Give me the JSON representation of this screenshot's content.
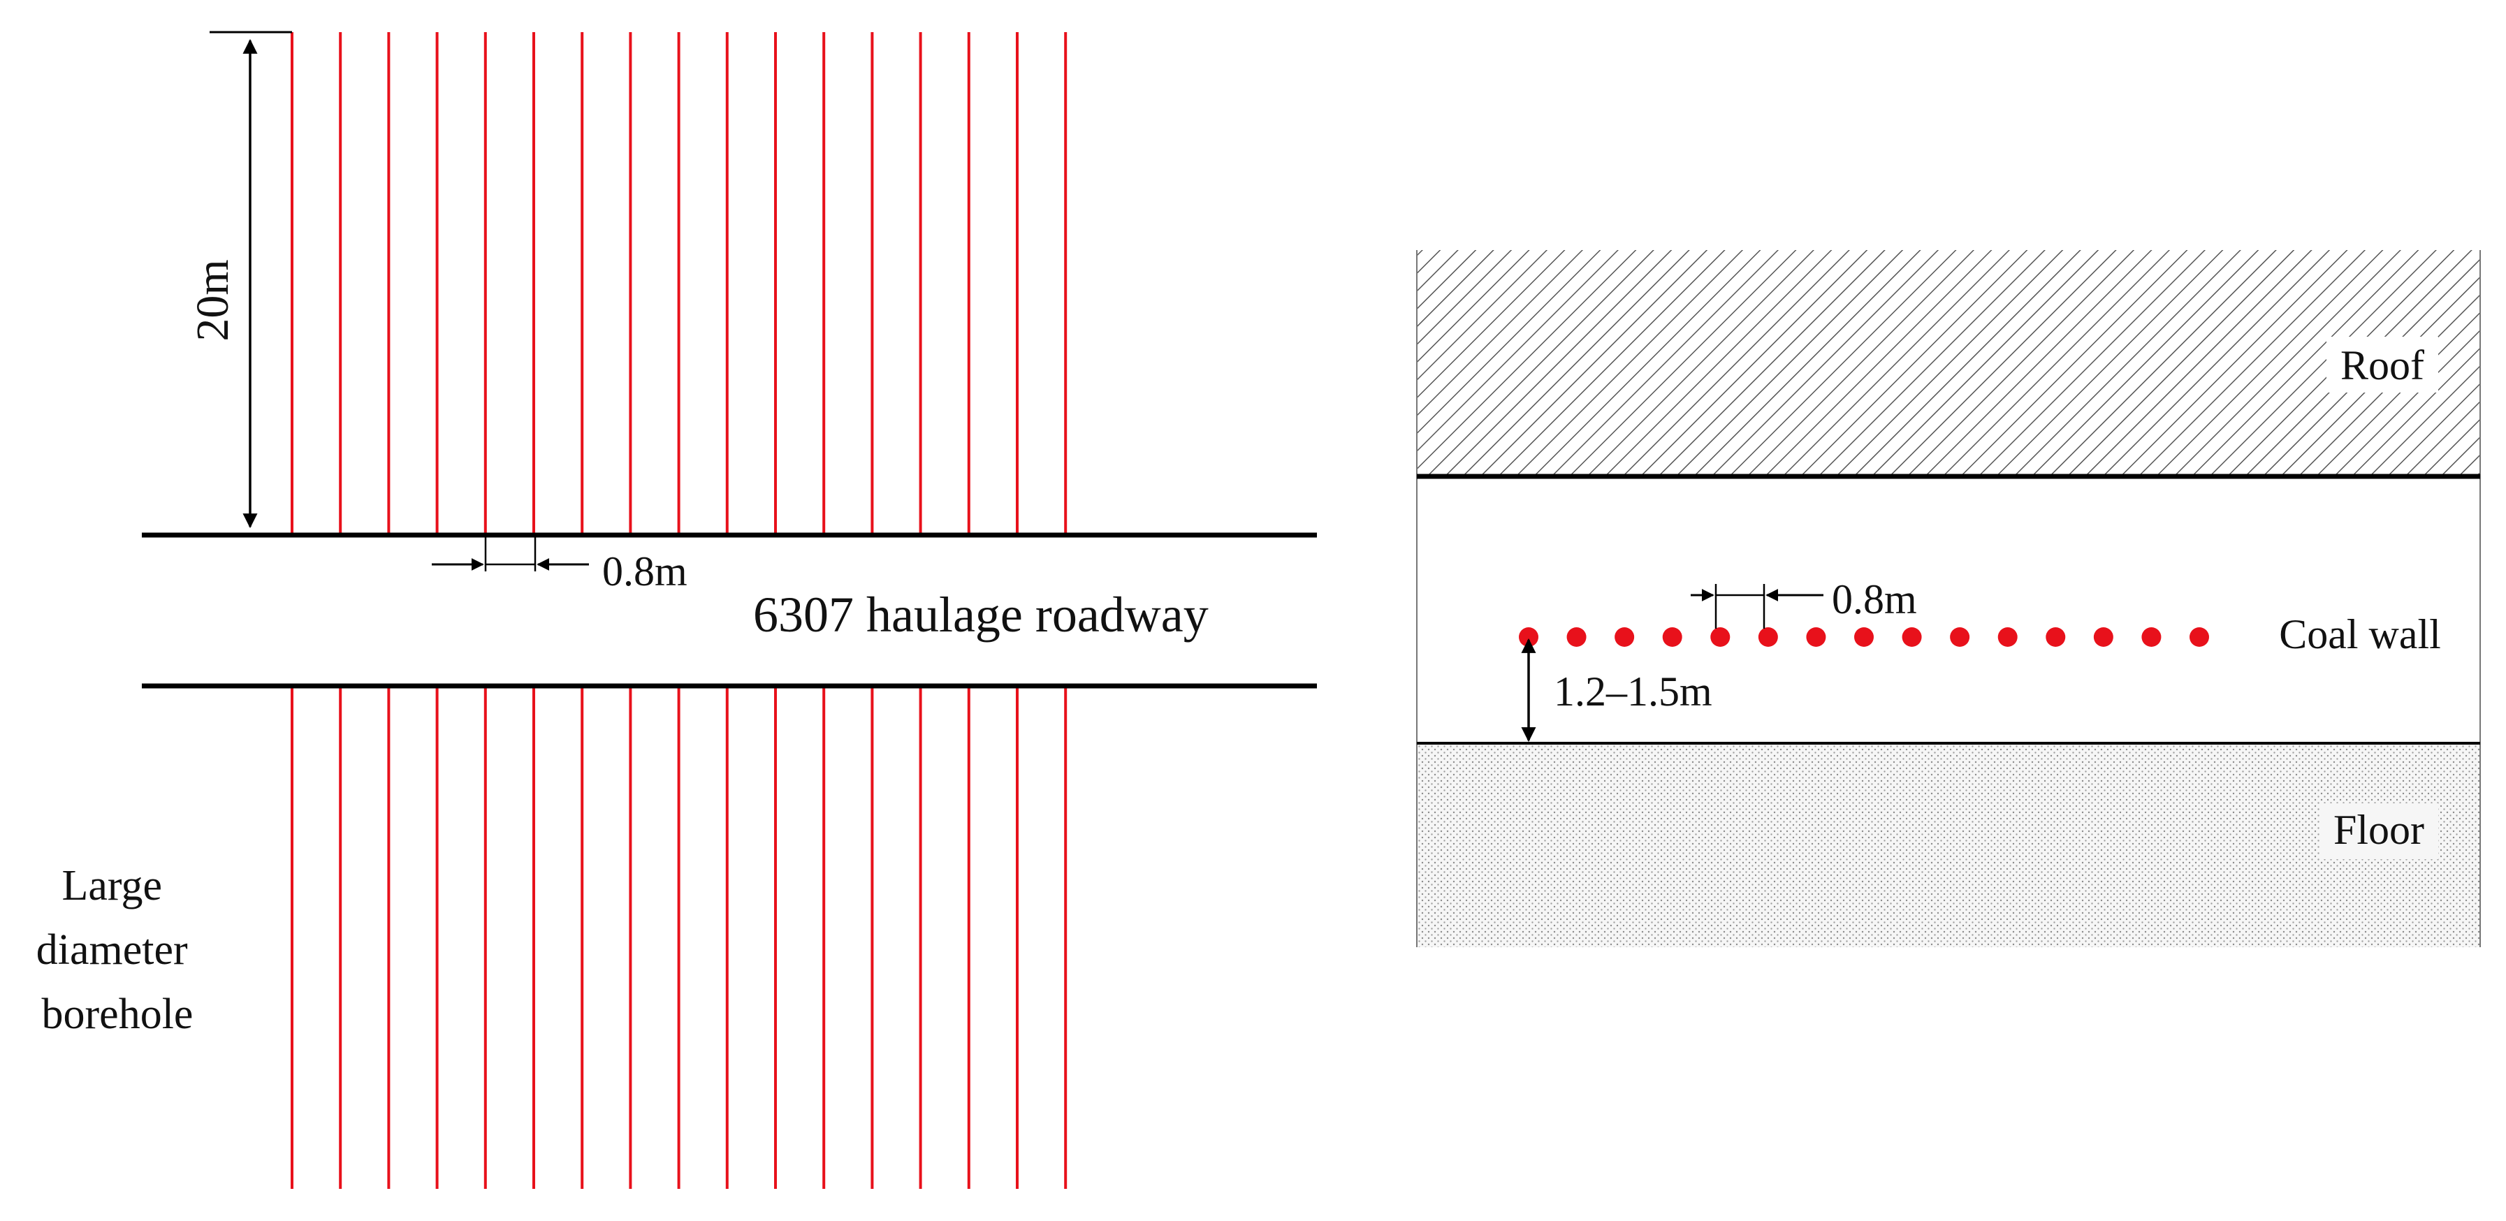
{
  "left_panel": {
    "vertical_dimension": "20m",
    "horizontal_spacing": "0.8m",
    "roadway_label": "6307 haulage roadway",
    "borehole_label_lines": [
      "Large",
      "diameter",
      "borehole"
    ],
    "borehole_count_per_side": 17,
    "borehole_color": "#e8111b"
  },
  "right_panel": {
    "roof_label": "Roof",
    "coal_wall_label": "Coal wall",
    "floor_label": "Floor",
    "hole_spacing": "0.8m",
    "hole_height": "1.2–1.5m",
    "hole_count": 15,
    "hole_color": "#e8111b"
  }
}
